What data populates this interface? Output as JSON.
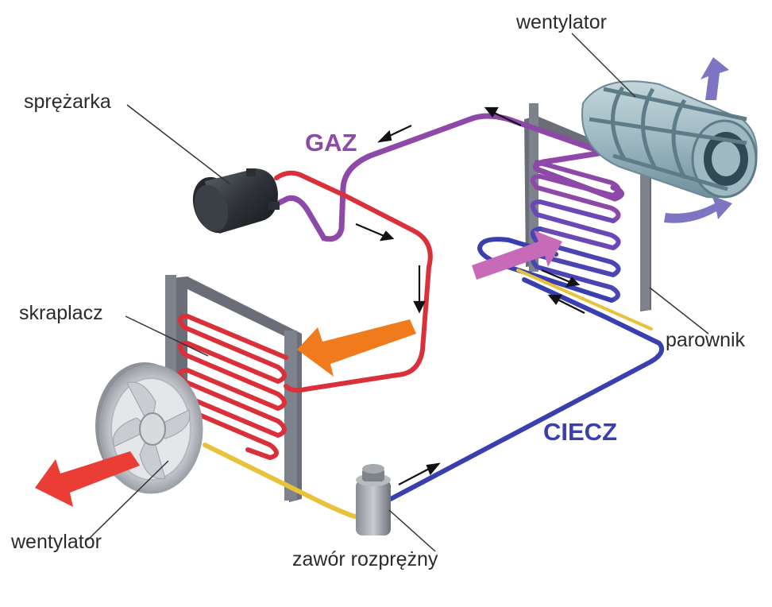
{
  "labels": {
    "fan_top": "wentylator",
    "compressor": "sprężarka",
    "condenser": "skraplacz",
    "evaporator": "parownik",
    "fan_bottom": "wentylator",
    "valve": "zawór rozprężny"
  },
  "states": {
    "gas": "GAZ",
    "liquid": "CIECZ"
  },
  "colors": {
    "gas": "#8e48a8",
    "hot": "#d9303a",
    "liquid": "#3a3fb0",
    "yellow": "#e8c23a",
    "frame": "#6b6e79",
    "orange_arrow": "#f07b1c",
    "red_arrow": "#ea3d35",
    "violet_arrow": "#7d75c2",
    "pink_arrow": "#c76ab8"
  }
}
